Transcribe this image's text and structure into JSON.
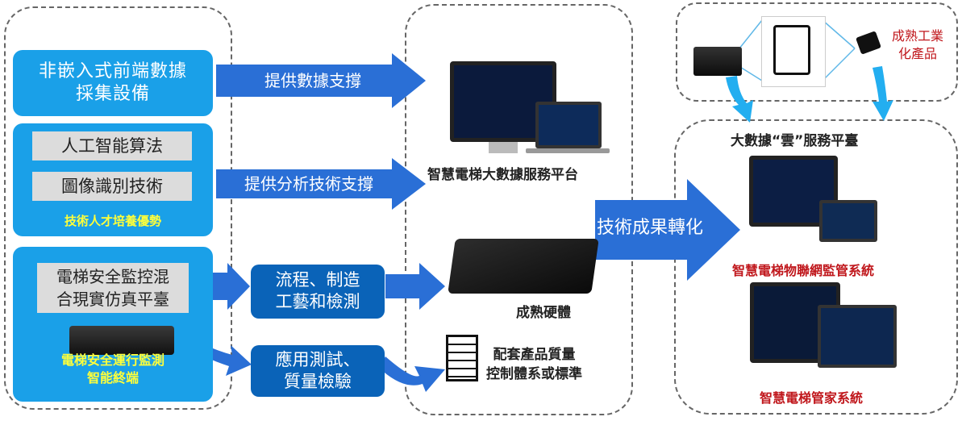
{
  "left": {
    "box1": "非嵌入式前端數據\n採集設備",
    "algo": "人工智能算法",
    "recog": "圖像識別技術",
    "talent": "技術人才培養優勢",
    "platform_line1": "電梯安全監控混",
    "platform_line2": "合現實仿真平臺",
    "terminal_line1": "電梯安全運行監測",
    "terminal_line2": "智能終端"
  },
  "arrows": {
    "data_support": "提供數據支撐",
    "analysis_support": "提供分析技術支撐",
    "transform": "技術成果轉化"
  },
  "middle": {
    "process_line1": "流程、制造",
    "process_line2": "工藝和檢測",
    "test_line1": "應用測試、",
    "test_line2": "質量檢驗",
    "bigdata_platform": "智慧電梯大數據服務平台",
    "hardware": "成熟硬體",
    "quality_line1": "配套產品質量",
    "quality_line2": "控制體系或標準"
  },
  "right": {
    "industrial_line1": "成熟工業",
    "industrial_line2": "化產品",
    "cloud": "大數據“雲”服務平臺",
    "iot_system": "智慧電梯物聯網監管系統",
    "steward_system": "智慧電梯管家系統"
  },
  "colors": {
    "box_blue": "#1aa0e8",
    "dark_blue": "#0a63b8",
    "arrow_blue": "#2a6fd6",
    "highlight_yellow": "#ffff3a",
    "label_red": "#c0171c"
  }
}
